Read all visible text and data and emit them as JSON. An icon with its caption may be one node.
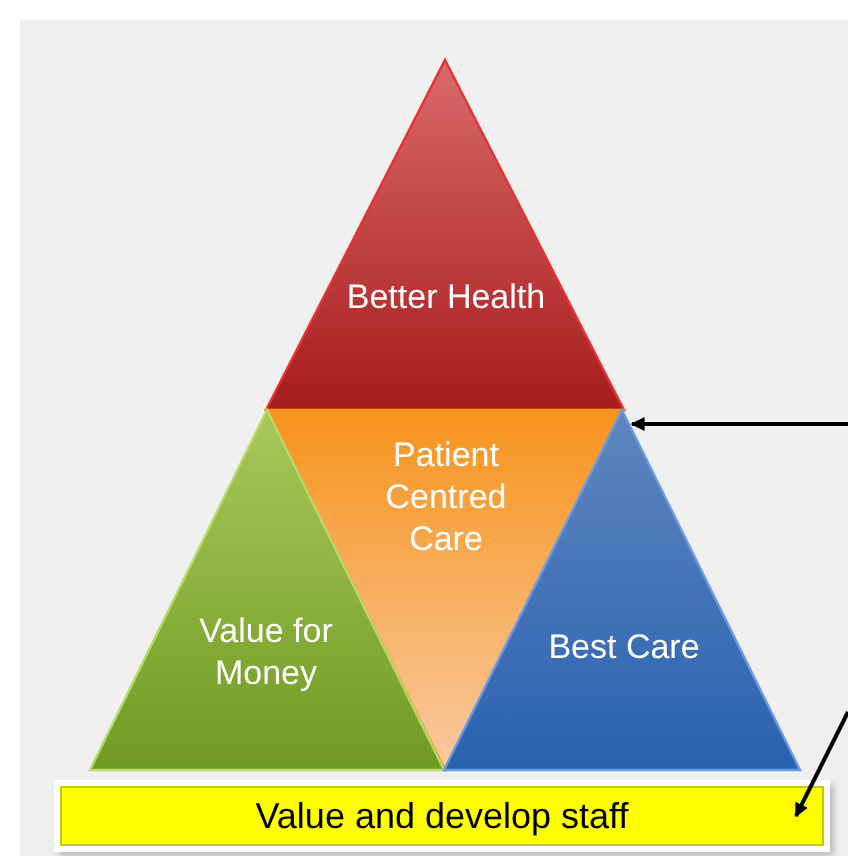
{
  "diagram": {
    "nodes": [
      {
        "text": [
          "Better Health"
        ]
      },
      {
        "text": [
          "Patient Centred Care"
        ]
      },
      {
        "text": [
          "Value for Money"
        ]
      },
      {
        "text": [
          "Best Care"
        ]
      },
      {
        "text": [
          "Value and develop staff"
        ]
      }
    ],
    "edges": [
      {
        "from": null,
        "to": 1,
        "arrow": "to"
      },
      {
        "from": null,
        "to": 4,
        "arrow": "to"
      }
    ]
  }
}
